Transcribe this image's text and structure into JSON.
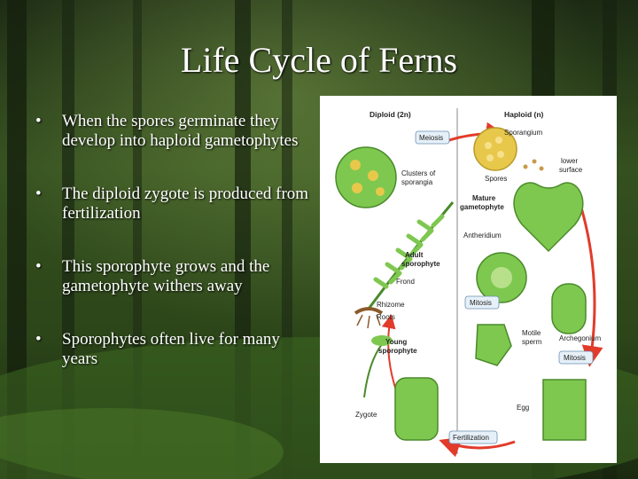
{
  "slide": {
    "title": "Life Cycle of Ferns",
    "bullets": [
      "When the spores germinate they develop into haploid gametophytes",
      "The diploid zygote is produced from fertilization",
      "This sporophyte grows and the gametophyte withers away",
      "Sporophytes often live for many years"
    ],
    "bullet_glyph": "•"
  },
  "diagram": {
    "header_left": "Diploid (2n)",
    "header_right": "Haploid (n)",
    "labels": {
      "meiosis": "Meiosis",
      "sporangium": "Sporangium",
      "spores": "Spores",
      "clusters1": "Clusters of",
      "clusters2": "sporangia",
      "lower1": "lower",
      "lower2": "surface",
      "mature1": "Mature",
      "mature2": "gametophyte",
      "antheridium": "Antheridium",
      "adult1": "Adult",
      "adult2": "sporophyte",
      "frond": "Frond",
      "rhizome": "Rhizome",
      "roots": "Roots",
      "mitosis_left": "Mitosis",
      "young1": "Young",
      "young2": "sporophyte",
      "motile1": "Motile",
      "motile2": "sperm",
      "archegonium": "Archegonium",
      "mitosis_right": "Mitosis",
      "zygote": "Zygote",
      "egg": "Egg",
      "fertilization": "Fertilization"
    },
    "colors": {
      "plant_green": "#7ec850",
      "dark_green": "#4a8a2a",
      "sporangium_yellow": "#e8c84a",
      "arrow_red": "#e23b2a",
      "label_box": "#e6f0f8"
    }
  }
}
